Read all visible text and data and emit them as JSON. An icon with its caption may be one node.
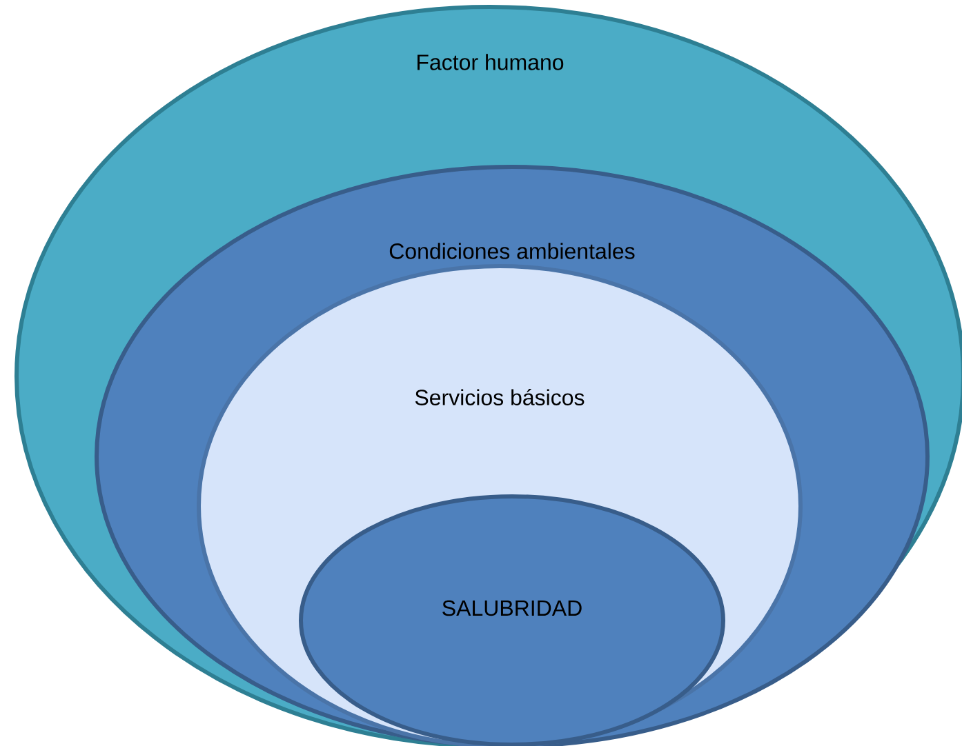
{
  "diagram": {
    "nodes": [
      {
        "text": [
          "Factor humano"
        ]
      },
      {
        "text": [
          "Condiciones ambientales"
        ],
        "in": 0
      },
      {
        "text": [
          "Servicios básicos"
        ],
        "in": 1
      },
      {
        "text": [
          "SALUBRIDAD"
        ],
        "in": 2
      }
    ]
  }
}
